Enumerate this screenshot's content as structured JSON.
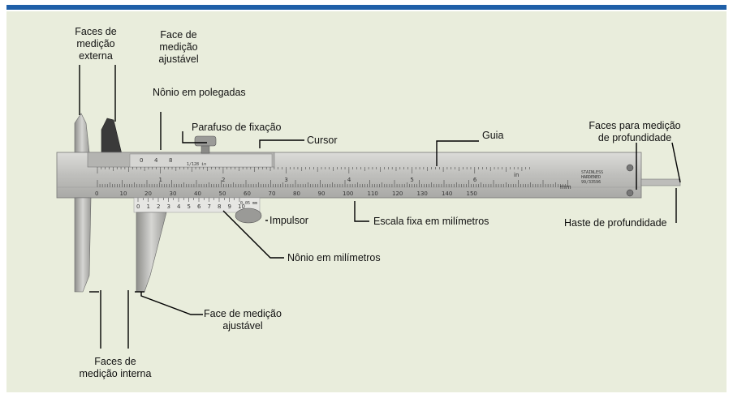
{
  "labels": {
    "faces_medicao_externa": [
      "Faces de",
      "medição",
      "externa"
    ],
    "face_medicao_ajustavel_top": [
      "Face de",
      "medição",
      "ajustável"
    ],
    "nonio_polegadas": "Nônio em polegadas",
    "parafuso_fixacao": "Parafuso de fixação",
    "cursor": "Cursor",
    "guia": "Guia",
    "faces_profundidade": [
      "Faces para medição",
      "de profundidade"
    ],
    "impulsor": "Impulsor",
    "escala_fixa": "Escala fixa em milímetros",
    "haste_profundidade": "Haste de profundidade",
    "nonio_milimetros": "Nônio em milímetros",
    "face_medicao_ajustavel_bottom": [
      "Face de medição",
      "ajustável"
    ],
    "faces_medicao_interna": [
      "Faces de",
      "medição interna"
    ]
  },
  "scale": {
    "mm_numbers": [
      "0",
      "10",
      "20",
      "30",
      "40",
      "50",
      "60",
      "70",
      "80",
      "90",
      "100",
      "110",
      "120",
      "130",
      "140",
      "150"
    ],
    "inch_numbers": [
      "1",
      "2",
      "3",
      "4",
      "5",
      "6"
    ],
    "inch_unit": "in",
    "mm_unit": "mm",
    "stamp": [
      "STAINLESS",
      "HARDENED",
      "99/33596"
    ]
  },
  "vernier": {
    "mm_numbers": [
      "0",
      "1",
      "2",
      "3",
      "4",
      "5",
      "6",
      "7",
      "8",
      "9",
      "10"
    ],
    "mm_precision": "0.05 mm",
    "inch_numbers": [
      "0",
      "4",
      "8"
    ],
    "inch_precision": "1/128 in"
  },
  "colors": {
    "topbar": "#1f5fa8",
    "panel": "#e9eddc",
    "steel": "#c9c9c6",
    "leader": "#000000"
  }
}
